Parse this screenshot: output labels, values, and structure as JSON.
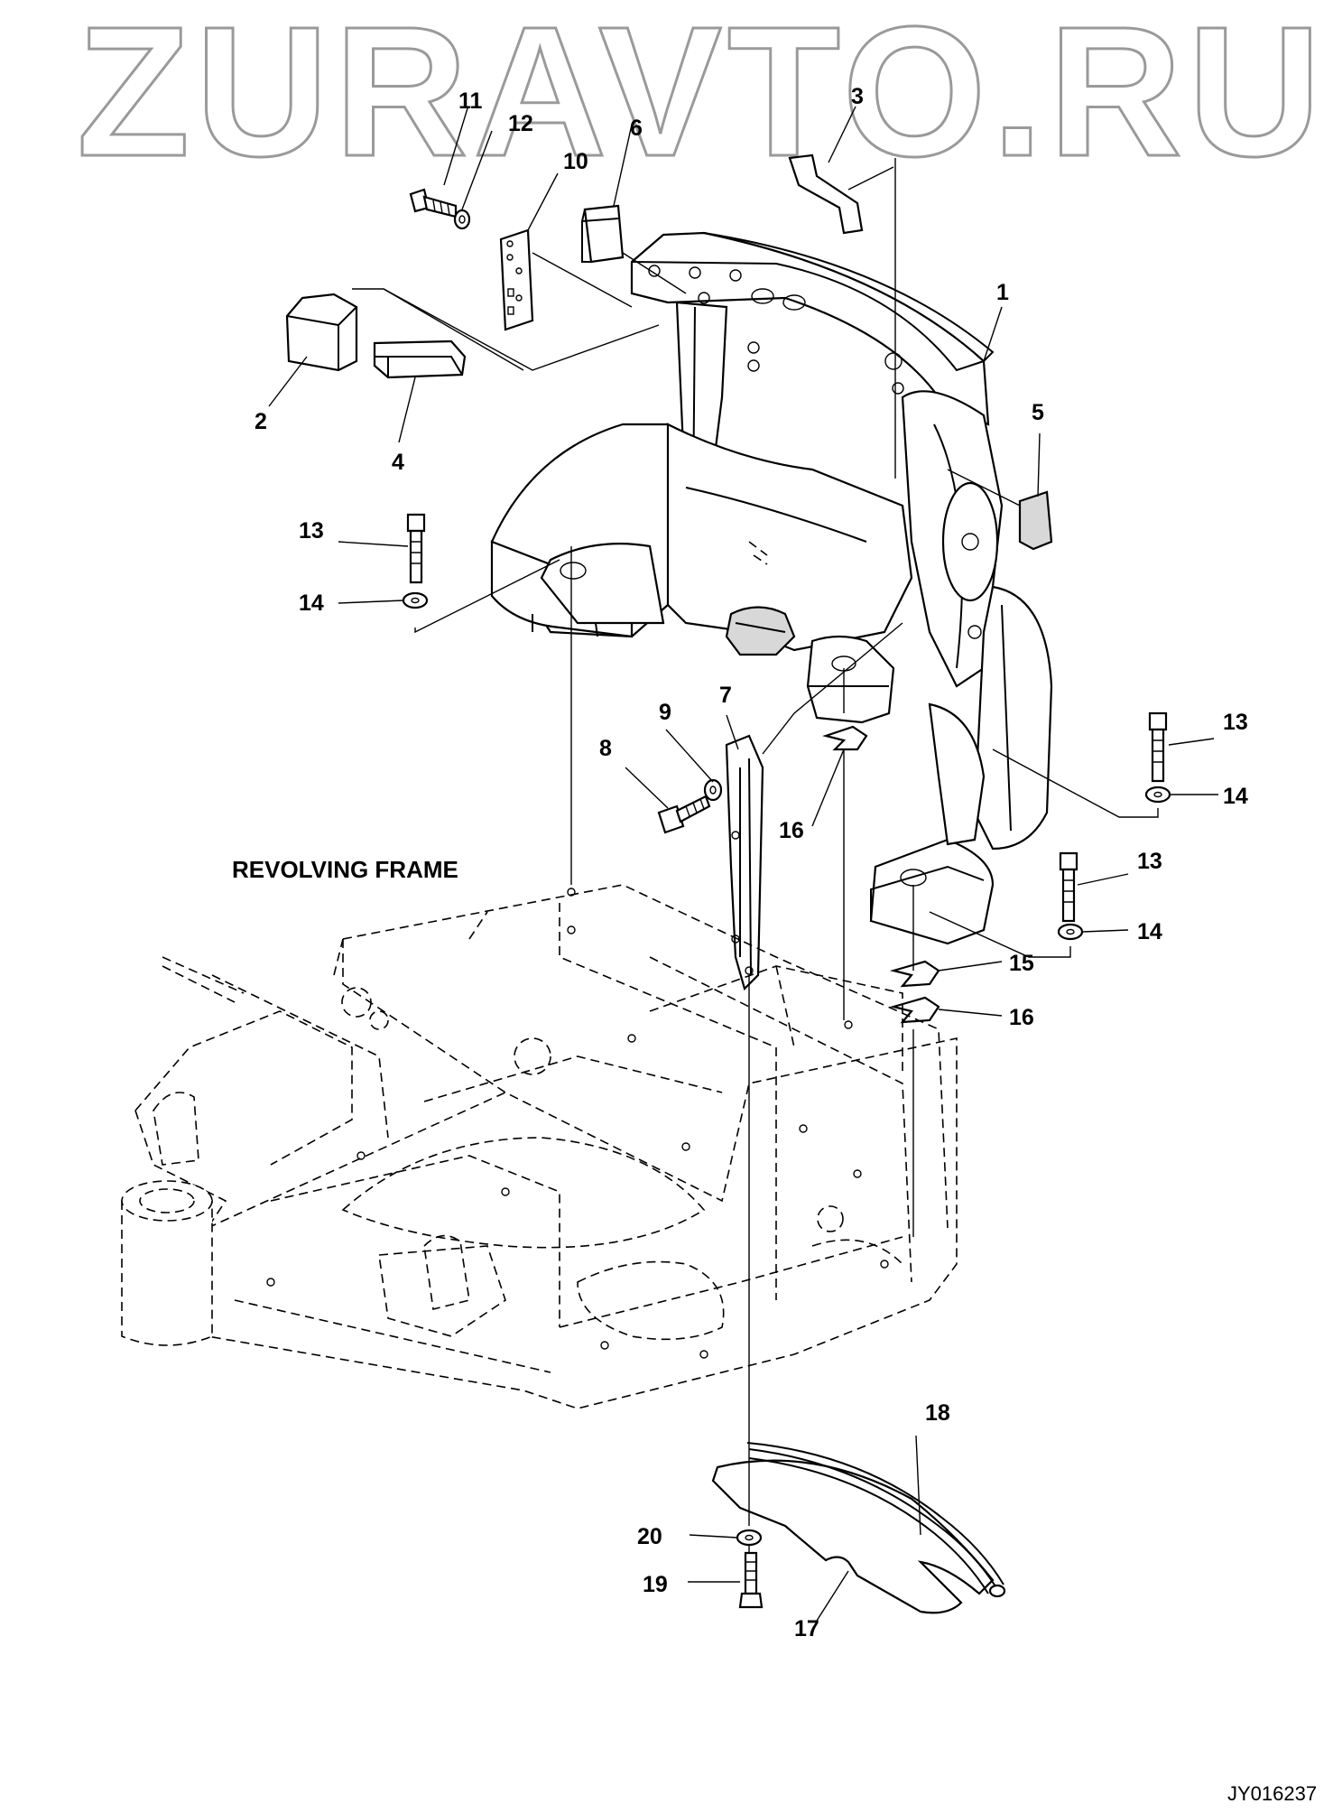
{
  "watermark": "ZURAVTO.RU",
  "drawing_code": "JY016237",
  "frame_label": "REVOLVING FRAME",
  "callouts": [
    "1",
    "2",
    "3",
    "4",
    "5",
    "6",
    "7",
    "8",
    "9",
    "10",
    "11",
    "12",
    "13",
    "14",
    "15",
    "16",
    "17",
    "18",
    "19",
    "20"
  ],
  "colors": {
    "ink": "#000000",
    "watermark_outline": "#9a9a9a",
    "background": "#ffffff"
  }
}
